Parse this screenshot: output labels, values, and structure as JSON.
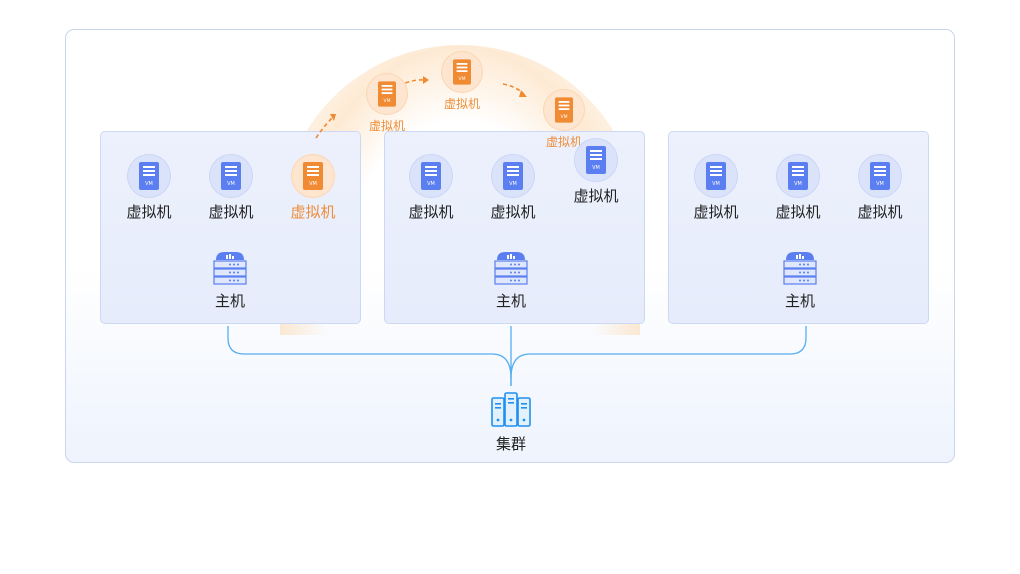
{
  "vm_label": "虚拟机",
  "host_label": "主机",
  "cluster_label": "集群",
  "vm_icon_text": "VM",
  "colors": {
    "vm_blue": "#5b7ff0",
    "vm_orange": "#f08a33",
    "connector": "#56aef0",
    "cluster_icon": "#1f8ff0",
    "host_icon": "#5b7ff0"
  },
  "hosts": [
    {
      "vms": [
        "虚拟机",
        "虚拟机",
        "虚拟机"
      ],
      "migrating_vm_index": 2,
      "label": "主机"
    },
    {
      "vms": [
        "虚拟机",
        "虚拟机",
        "虚拟机"
      ],
      "migrated_vm_index": 2,
      "label": "主机"
    },
    {
      "vms": [
        "虚拟机",
        "虚拟机",
        "虚拟机"
      ],
      "label": "主机"
    }
  ],
  "migration_path": [
    "虚拟机",
    "虚拟机",
    "虚拟机"
  ]
}
